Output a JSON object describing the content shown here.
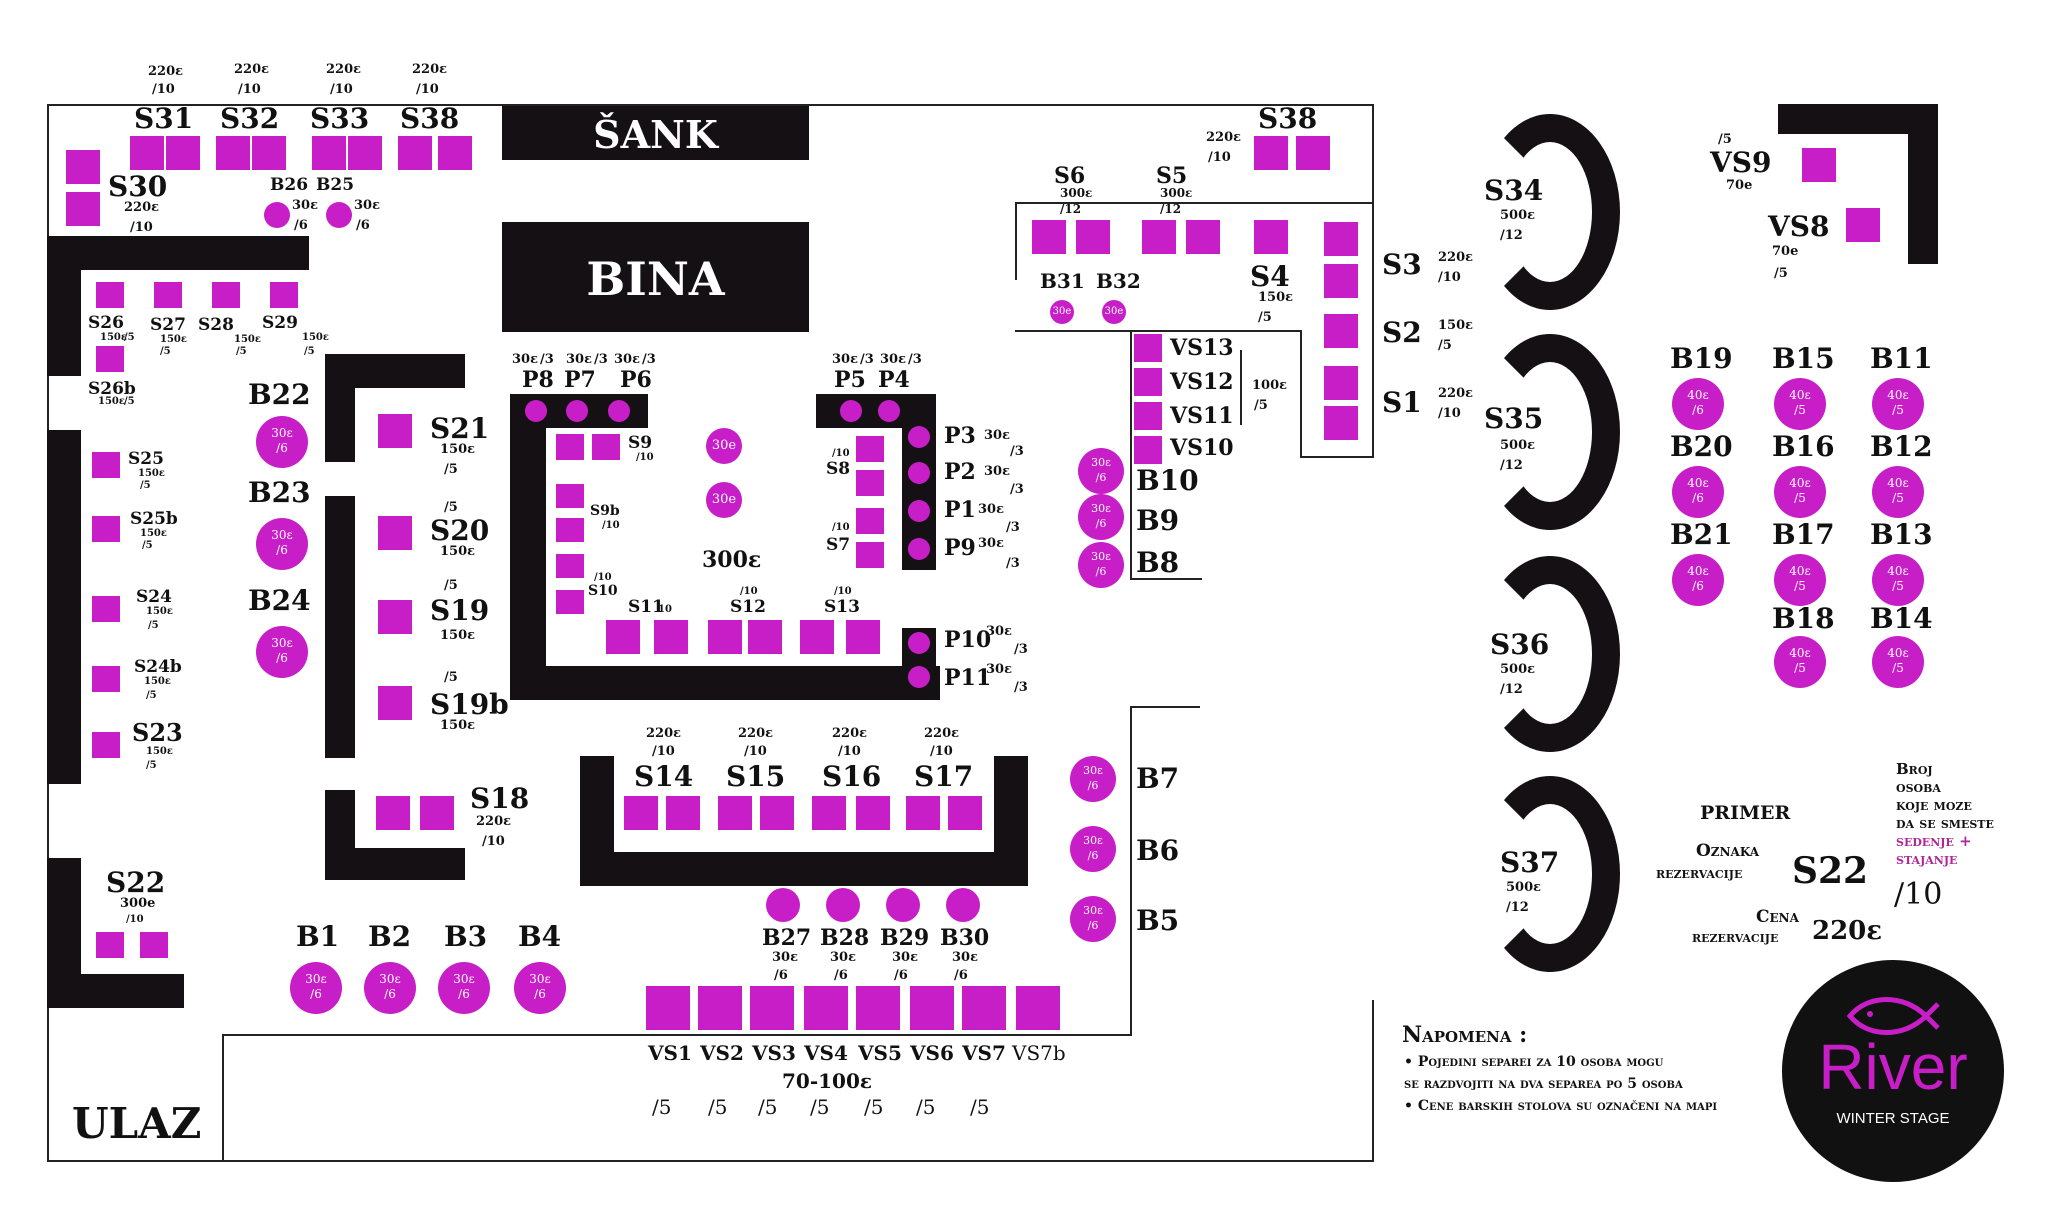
{
  "venue": {
    "bar_label": "ŠANK",
    "stage_label": "BINA",
    "entrance_label": "ULAZ",
    "center_price": "300ε"
  },
  "separees": [
    {
      "id": "S31",
      "price": "220ε",
      "cap": "/10"
    },
    {
      "id": "S32",
      "price": "220ε",
      "cap": "/10"
    },
    {
      "id": "S33",
      "price": "220ε",
      "cap": "/10"
    },
    {
      "id": "S38a",
      "label": "S38",
      "price": "220ε",
      "cap": "/10"
    },
    {
      "id": "S38b",
      "label": "S38",
      "price": "220ε",
      "cap": "/10"
    },
    {
      "id": "S30",
      "price": "220ε",
      "cap": "/10"
    },
    {
      "id": "S26",
      "price": "150ε",
      "cap": "/5"
    },
    {
      "id": "S27",
      "price": "150ε",
      "cap": "/5"
    },
    {
      "id": "S28",
      "price": "150ε",
      "cap": "/5"
    },
    {
      "id": "S29",
      "price": "150ε",
      "cap": "/5"
    },
    {
      "id": "S26b",
      "price": "150ε",
      "cap": "/5"
    },
    {
      "id": "S25",
      "price": "150ε",
      "cap": "/5"
    },
    {
      "id": "S25b",
      "price": "150ε",
      "cap": "/5"
    },
    {
      "id": "S24",
      "price": "150ε",
      "cap": "/5"
    },
    {
      "id": "S24b",
      "price": "150ε",
      "cap": "/5"
    },
    {
      "id": "S23",
      "price": "150ε",
      "cap": "/5"
    },
    {
      "id": "S22",
      "price": "300e",
      "cap": "/10"
    },
    {
      "id": "S21",
      "price": "150ε",
      "cap": "/5"
    },
    {
      "id": "S20",
      "price": "150ε",
      "cap": "/5"
    },
    {
      "id": "S19",
      "price": "150ε",
      "cap": "/5"
    },
    {
      "id": "S19b",
      "price": "150ε",
      "cap": "/5"
    },
    {
      "id": "S18",
      "price": "220ε",
      "cap": "/10"
    },
    {
      "id": "S14",
      "price": "220ε",
      "cap": "/10"
    },
    {
      "id": "S15",
      "price": "220ε",
      "cap": "/10"
    },
    {
      "id": "S16",
      "price": "220ε",
      "cap": "/10"
    },
    {
      "id": "S17",
      "price": "220ε",
      "cap": "/10"
    },
    {
      "id": "S6",
      "price": "300ε",
      "cap": "/12"
    },
    {
      "id": "S5",
      "price": "300ε",
      "cap": "/12"
    },
    {
      "id": "S4",
      "price": "150ε",
      "cap": "/5"
    },
    {
      "id": "S3",
      "price": "220ε",
      "cap": "/10"
    },
    {
      "id": "S2",
      "price": "150ε",
      "cap": "/5"
    },
    {
      "id": "S1",
      "price": "220ε",
      "cap": "/10"
    },
    {
      "id": "S34",
      "price": "500ε",
      "cap": "/12"
    },
    {
      "id": "S35",
      "price": "500ε",
      "cap": "/12"
    },
    {
      "id": "S36",
      "price": "500ε",
      "cap": "/12"
    },
    {
      "id": "S37",
      "price": "500ε",
      "cap": "/12"
    },
    {
      "id": "S9",
      "cap": "/10"
    },
    {
      "id": "S9b",
      "cap": "/10"
    },
    {
      "id": "S10",
      "cap": "/10"
    },
    {
      "id": "S11",
      "cap": "10"
    },
    {
      "id": "S12",
      "cap": "/10"
    },
    {
      "id": "S13",
      "cap": "/10"
    },
    {
      "id": "S8",
      "cap": "/10"
    },
    {
      "id": "S7",
      "cap": "/10"
    }
  ],
  "vs_left": {
    "VS13": "VS13",
    "VS12": "VS12",
    "VS11": "VS11",
    "VS10": "VS10",
    "price": "100ε",
    "cap": "/5"
  },
  "vs_right": [
    {
      "id": "VS9",
      "price": "70e",
      "cap": "/5"
    },
    {
      "id": "VS8",
      "price": "70e",
      "cap": "/5"
    }
  ],
  "vs_bottom": {
    "ids": [
      "VS1",
      "VS2",
      "VS3",
      "VS4",
      "VS5",
      "VS6",
      "VS7",
      "VS7b"
    ],
    "price": "70-100ε",
    "caps": [
      "/5",
      "/5",
      "/5",
      "/5",
      "/5",
      "/5",
      "/5"
    ]
  },
  "bar_tables": [
    {
      "id": "B26",
      "price": "30ε",
      "cap": "/6"
    },
    {
      "id": "B25",
      "price": "30ε",
      "cap": "/6"
    },
    {
      "id": "B31",
      "price": "30e"
    },
    {
      "id": "B32",
      "price": "30e"
    },
    {
      "id": "B22",
      "price": "30ε",
      "cap": "/6"
    },
    {
      "id": "B23",
      "price": "30ε",
      "cap": "/6"
    },
    {
      "id": "B24",
      "price": "30ε",
      "cap": "/6"
    },
    {
      "id": "B10",
      "price": "30ε",
      "cap": "/6"
    },
    {
      "id": "B9",
      "price": "30ε",
      "cap": "/6"
    },
    {
      "id": "B8",
      "price": "30ε",
      "cap": "/6"
    },
    {
      "id": "B7",
      "price": "30ε",
      "cap": "/6"
    },
    {
      "id": "B6",
      "price": "30ε",
      "cap": "/6"
    },
    {
      "id": "B5",
      "price": "30ε",
      "cap": "/6"
    },
    {
      "id": "B1",
      "price": "30ε",
      "cap": "/6"
    },
    {
      "id": "B2",
      "price": "30ε",
      "cap": "/6"
    },
    {
      "id": "B3",
      "price": "30ε",
      "cap": "/6"
    },
    {
      "id": "B4",
      "price": "30ε",
      "cap": "/6"
    },
    {
      "id": "B27",
      "price": "30ε",
      "cap": "/6"
    },
    {
      "id": "B28",
      "price": "30ε",
      "cap": "/6"
    },
    {
      "id": "B29",
      "price": "30ε",
      "cap": "/6"
    },
    {
      "id": "B30",
      "price": "30ε",
      "cap": "/6"
    },
    {
      "id": "B19",
      "price": "40ε",
      "cap": "/6"
    },
    {
      "id": "B15",
      "price": "40ε",
      "cap": "/5"
    },
    {
      "id": "B11",
      "price": "40ε",
      "cap": "/5"
    },
    {
      "id": "B20",
      "price": "40ε",
      "cap": "/6"
    },
    {
      "id": "B16",
      "price": "40ε",
      "cap": "/5"
    },
    {
      "id": "B12",
      "price": "40ε",
      "cap": "/5"
    },
    {
      "id": "B21",
      "price": "40ε",
      "cap": "/6"
    },
    {
      "id": "B17",
      "price": "40ε",
      "cap": "/5"
    },
    {
      "id": "B13",
      "price": "40ε",
      "cap": "/5"
    },
    {
      "id": "B18",
      "price": "40ε",
      "cap": "/5"
    },
    {
      "id": "B14",
      "price": "40ε",
      "cap": "/5"
    }
  ],
  "standing": {
    "P8": "P8",
    "P7": "P7",
    "P6": "P6",
    "P5": "P5",
    "P4": "P4",
    "P3": "P3",
    "P2": "P2",
    "P1": "P1",
    "P9": "P9",
    "P10": "P10",
    "P11": "P11",
    "price": "30ε",
    "cap": "/3",
    "center1": "30e",
    "center2": "30e"
  },
  "legend": {
    "title": "PRIMER",
    "code_label_1": "Oznaka",
    "code_label_2": "rezervacije",
    "code_example": "S22",
    "cap_example": "/10",
    "price_label_1": "Cena",
    "price_label_2": "rezervacije",
    "price_example": "220ε",
    "count_1": "Broj",
    "count_2": "osoba",
    "count_3": "koje moze",
    "count_4": "da se smeste",
    "count_5": "sedenje +",
    "count_6": "stajanje"
  },
  "note": {
    "title": "Napomena :",
    "line1": "• Pojedini separei za 10 osoba mogu",
    "line2": "se razdvojiti na dva separea po 5 osoba",
    "line3": "• Cene barskih stolova su označeni na mapi"
  },
  "logo": {
    "name": "River",
    "tagline": "WINTER STAGE"
  },
  "colors": {
    "table": "#c81ec8",
    "wall": "#141014",
    "accent": "#b0259a"
  }
}
